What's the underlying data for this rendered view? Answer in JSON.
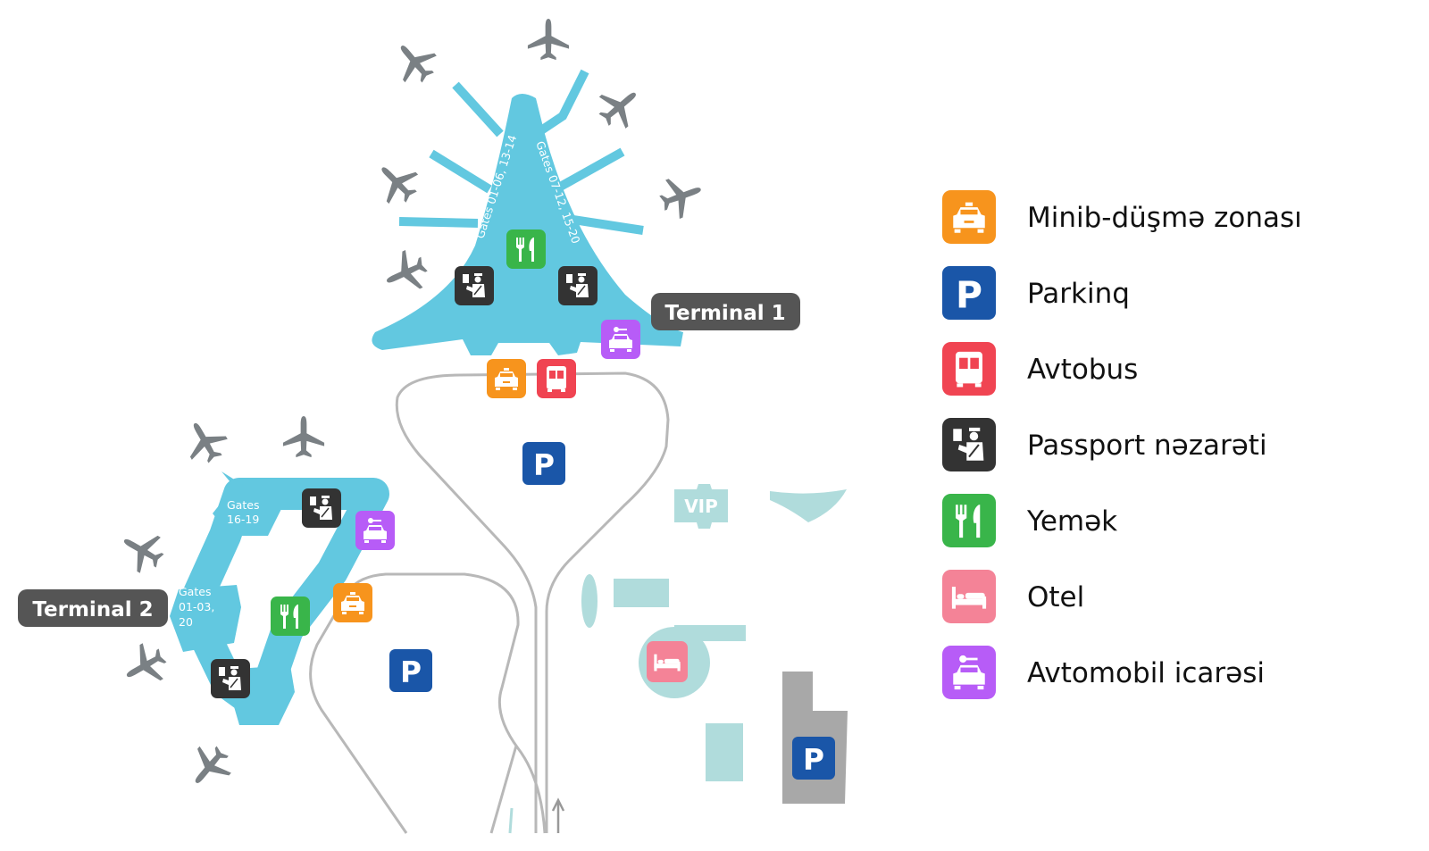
{
  "map": {
    "terminal1": {
      "label": "Terminal 1",
      "gates_left": "Gates 01-06, 13-14",
      "gates_right": "Gates 07-12, 15-20"
    },
    "terminal2": {
      "label": "Terminal 2",
      "gates_top": [
        "Gates",
        "16-19"
      ],
      "gates_left": [
        "Gates",
        "01-03,",
        "20"
      ]
    },
    "vip_label": "VIP",
    "parking_glyph": "P"
  },
  "legend": [
    {
      "icon": "taxi-icon",
      "label": "Minib-düşmə zonası",
      "color": "#f7941d"
    },
    {
      "icon": "parking-icon",
      "label": "Parkinq",
      "color": "#1a56a8"
    },
    {
      "icon": "bus-icon",
      "label": "Avtobus",
      "color": "#f04452"
    },
    {
      "icon": "passport-control-icon",
      "label": "Passport nəzarəti",
      "color": "#333333"
    },
    {
      "icon": "food-icon",
      "label": "Yemək",
      "color": "#39b54a"
    },
    {
      "icon": "hotel-icon",
      "label": "Otel",
      "color": "#f48397"
    },
    {
      "icon": "car-rental-icon",
      "label": "Avtomobil icarəsi",
      "color": "#b75cf7"
    }
  ],
  "colors": {
    "terminal": "#62c8e0",
    "plane": "#7a8084",
    "label_bg": "#555555",
    "area": "#b0dcdc",
    "lot": "#a8a8a8",
    "road": "#b8b8b8"
  }
}
